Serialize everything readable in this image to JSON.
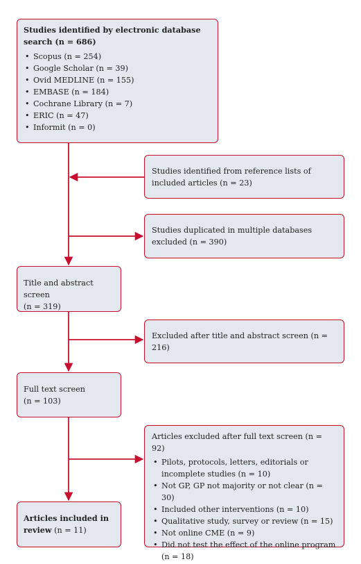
{
  "box1": {
    "title": "Studies identified by electronic database search (n = 686)",
    "items": [
      "Scopus (n = 254)",
      "Google Scholar (n = 39)",
      "Ovid MEDLINE (n = 155)",
      "EMBASE (n = 184)",
      "Cochrane Library (n = 7)",
      "ERIC (n = 47)",
      "Informit (n = 0)"
    ]
  },
  "box_ref": {
    "text": "Studies identified from reference lists of included articles (n = 23)"
  },
  "box_dup": {
    "text": "Studies duplicated in multiple databases excluded (n = 390)"
  },
  "box_title": {
    "line1": "Title and abstract screen",
    "line2": "(n = 319)"
  },
  "box_excl_title": {
    "text": "Excluded after title and abstract screen (n = 216)"
  },
  "box_full": {
    "line1": "Full text screen",
    "line2": "(n = 103)"
  },
  "box_excl_full": {
    "heading": "Articles excluded after full text screen (n = 92)",
    "items": [
      "Pilots, protocols, letters, editorials or incomplete studies (n = 10)",
      "Not GP, GP not majority or not clear (n = 30)",
      "Included other interventions (n = 10)",
      "Qualitative study, survey or review (n = 15)",
      "Not online CME (n = 9)",
      "Did not test the effect of the online program (n = 18)"
    ]
  },
  "box_final": {
    "label": "Articles included in review",
    "count": "(n = 11)"
  },
  "colors": {
    "accent": "#c8102e",
    "box_fill": "#e3e8ef"
  }
}
